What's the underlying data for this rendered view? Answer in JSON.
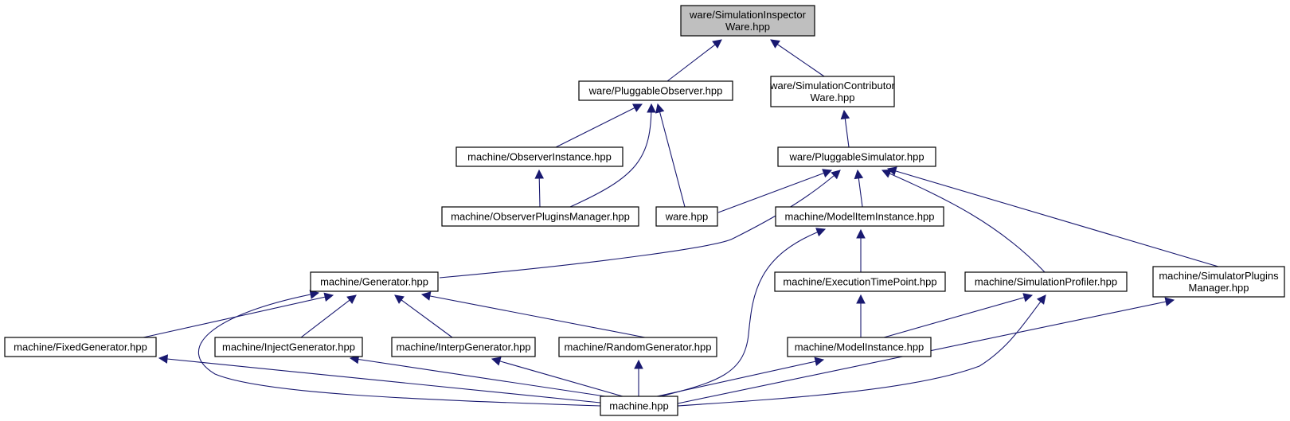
{
  "colors": {
    "edge": "#191970",
    "root_fill": "#bfbfbf",
    "node_fill": "#ffffff",
    "border": "#000000"
  },
  "nodes": [
    {
      "id": "sim_inspector_ware",
      "lines": [
        "ware/SimulationInspector",
        "Ware.hpp"
      ],
      "root": true
    },
    {
      "id": "pluggable_observer",
      "lines": [
        "ware/PluggableObserver.hpp"
      ]
    },
    {
      "id": "sim_contributor_ware",
      "lines": [
        "ware/SimulationContributor",
        "Ware.hpp"
      ]
    },
    {
      "id": "observer_instance",
      "lines": [
        "machine/ObserverInstance.hpp"
      ]
    },
    {
      "id": "pluggable_simulator",
      "lines": [
        "ware/PluggableSimulator.hpp"
      ]
    },
    {
      "id": "observer_plugins_manager",
      "lines": [
        "machine/ObserverPluginsManager.hpp"
      ]
    },
    {
      "id": "ware_hpp",
      "lines": [
        "ware.hpp"
      ]
    },
    {
      "id": "model_item_instance",
      "lines": [
        "machine/ModelItemInstance.hpp"
      ]
    },
    {
      "id": "generator",
      "lines": [
        "machine/Generator.hpp"
      ]
    },
    {
      "id": "execution_time_point",
      "lines": [
        "machine/ExecutionTimePoint.hpp"
      ]
    },
    {
      "id": "simulation_profiler",
      "lines": [
        "machine/SimulationProfiler.hpp"
      ]
    },
    {
      "id": "simulator_plugins_manager",
      "lines": [
        "machine/SimulatorPlugins",
        "Manager.hpp"
      ]
    },
    {
      "id": "fixed_generator",
      "lines": [
        "machine/FixedGenerator.hpp"
      ]
    },
    {
      "id": "inject_generator",
      "lines": [
        "machine/InjectGenerator.hpp"
      ]
    },
    {
      "id": "interp_generator",
      "lines": [
        "machine/InterpGenerator.hpp"
      ]
    },
    {
      "id": "random_generator",
      "lines": [
        "machine/RandomGenerator.hpp"
      ]
    },
    {
      "id": "model_instance",
      "lines": [
        "machine/ModelInstance.hpp"
      ]
    },
    {
      "id": "machine_hpp",
      "lines": [
        "machine.hpp"
      ]
    }
  ],
  "edges": [
    {
      "from": "pluggable_observer",
      "to": "sim_inspector_ware"
    },
    {
      "from": "sim_contributor_ware",
      "to": "sim_inspector_ware"
    },
    {
      "from": "observer_instance",
      "to": "pluggable_observer"
    },
    {
      "from": "observer_plugins_manager",
      "to": "pluggable_observer"
    },
    {
      "from": "ware_hpp",
      "to": "pluggable_observer"
    },
    {
      "from": "pluggable_simulator",
      "to": "sim_contributor_ware"
    },
    {
      "from": "observer_plugins_manager",
      "to": "observer_instance"
    },
    {
      "from": "ware_hpp",
      "to": "pluggable_simulator"
    },
    {
      "from": "generator",
      "to": "pluggable_simulator"
    },
    {
      "from": "model_item_instance",
      "to": "pluggable_simulator"
    },
    {
      "from": "simulation_profiler",
      "to": "pluggable_simulator"
    },
    {
      "from": "simulator_plugins_manager",
      "to": "pluggable_simulator"
    },
    {
      "from": "execution_time_point",
      "to": "model_item_instance"
    },
    {
      "from": "machine_hpp",
      "to": "model_item_instance"
    },
    {
      "from": "fixed_generator",
      "to": "generator"
    },
    {
      "from": "inject_generator",
      "to": "generator"
    },
    {
      "from": "interp_generator",
      "to": "generator"
    },
    {
      "from": "random_generator",
      "to": "generator"
    },
    {
      "from": "machine_hpp",
      "to": "generator"
    },
    {
      "from": "model_instance",
      "to": "execution_time_point"
    },
    {
      "from": "model_instance",
      "to": "simulation_profiler"
    },
    {
      "from": "machine_hpp",
      "to": "simulation_profiler"
    },
    {
      "from": "machine_hpp",
      "to": "simulator_plugins_manager"
    },
    {
      "from": "machine_hpp",
      "to": "fixed_generator"
    },
    {
      "from": "machine_hpp",
      "to": "inject_generator"
    },
    {
      "from": "machine_hpp",
      "to": "interp_generator"
    },
    {
      "from": "machine_hpp",
      "to": "random_generator"
    },
    {
      "from": "machine_hpp",
      "to": "model_instance"
    }
  ]
}
